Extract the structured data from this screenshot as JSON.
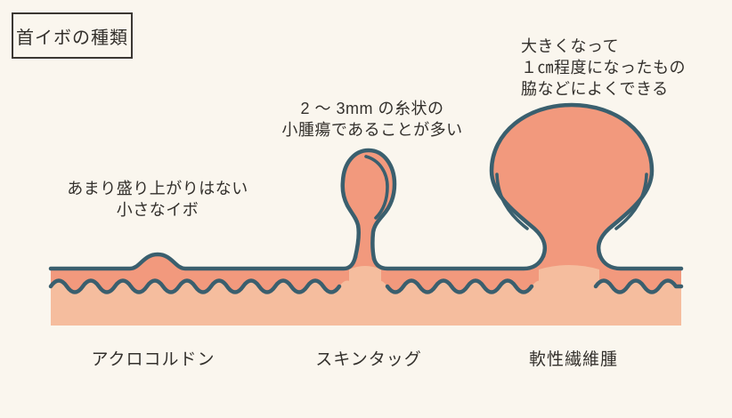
{
  "title": "首イボの種類",
  "annotations": {
    "acrochordon": {
      "lines": [
        "あまり盛り上がりはない",
        "小さなイボ"
      ]
    },
    "skin_tag": {
      "lines": [
        "2 ～ 3mm の糸状の",
        "小腫瘍であることが多い"
      ]
    },
    "fibroma": {
      "lines": [
        "大きくなって",
        "１㎝程度になったもの",
        "脇などによくできる"
      ]
    }
  },
  "labels": {
    "acrochordon": "アクロコルドン",
    "skin_tag": "スキンタッグ",
    "fibroma": "軟性繊維腫"
  },
  "colors": {
    "background": "#faf6ee",
    "epidermis": "#f2997d",
    "dermis": "#f5bd9e",
    "outline": "#3a5f6e",
    "text": "#33302c",
    "title_border": "#3b3733"
  }
}
